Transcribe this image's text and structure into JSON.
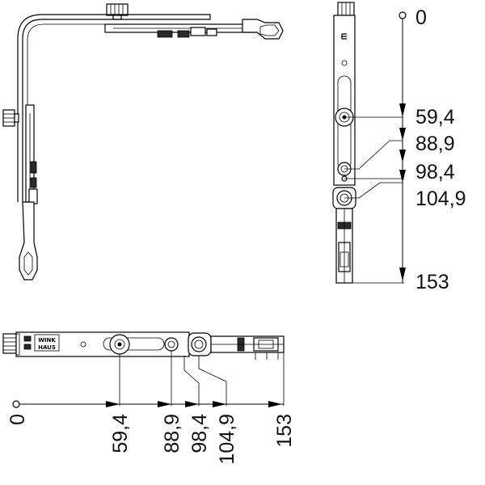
{
  "view_right": {
    "labels": [
      "0",
      "59,4",
      "88,9",
      "98,4",
      "104,9",
      "153"
    ]
  },
  "view_bottom": {
    "labels": [
      "0",
      "59,4",
      "88,9",
      "98,4",
      "104,9",
      "153"
    ],
    "brand_lines": [
      "WINK",
      "HAUS"
    ]
  }
}
